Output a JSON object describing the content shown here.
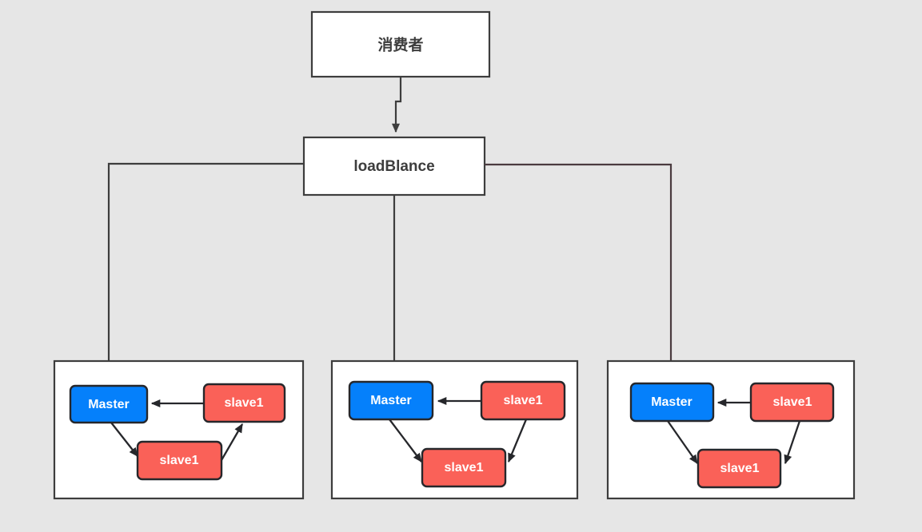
{
  "diagram": {
    "title_node": {
      "label": "消费者"
    },
    "balancer_node": {
      "label": "loadBlance"
    },
    "colors": {
      "background": "#e6e6e6",
      "box_fill": "#ffffff",
      "box_stroke": "#3d3d3d",
      "master_fill": "#0580fb",
      "slave_fill": "#fa6158",
      "node_stroke": "#26272b",
      "text_dark": "#3d3d3d",
      "text_light": "#ffffff",
      "edge_tinted": "#4a3b3f"
    },
    "clusters": [
      {
        "id": "cluster-left",
        "master": {
          "label": "Master"
        },
        "slave_right": {
          "label": "slave1"
        },
        "slave_bottom": {
          "label": "slave1"
        },
        "edges": [
          {
            "from": "slave_right",
            "to": "master",
            "direction": "left"
          },
          {
            "from": "master",
            "to": "slave_bottom",
            "direction": "down-right"
          },
          {
            "from": "slave_bottom",
            "to": "slave_right",
            "direction": "up-right"
          }
        ]
      },
      {
        "id": "cluster-middle",
        "master": {
          "label": "Master"
        },
        "slave_right": {
          "label": "slave1"
        },
        "slave_bottom": {
          "label": "slave1"
        },
        "edges": [
          {
            "from": "slave_right",
            "to": "master",
            "direction": "left"
          },
          {
            "from": "master",
            "to": "slave_bottom",
            "direction": "down-right"
          },
          {
            "from": "slave_right",
            "to": "slave_bottom",
            "direction": "down-left"
          }
        ]
      },
      {
        "id": "cluster-right",
        "master": {
          "label": "Master"
        },
        "slave_right": {
          "label": "slave1"
        },
        "slave_bottom": {
          "label": "slave1"
        },
        "edges": [
          {
            "from": "slave_right",
            "to": "master",
            "direction": "left"
          },
          {
            "from": "master",
            "to": "slave_bottom",
            "direction": "down-right"
          },
          {
            "from": "slave_right",
            "to": "slave_bottom",
            "direction": "down-left"
          }
        ]
      }
    ],
    "connections": [
      {
        "from": "消费者",
        "to": "loadBlance"
      },
      {
        "from": "loadBlance",
        "to": "cluster-left"
      },
      {
        "from": "loadBlance",
        "to": "cluster-middle"
      },
      {
        "from": "loadBlance",
        "to": "cluster-right"
      }
    ]
  }
}
